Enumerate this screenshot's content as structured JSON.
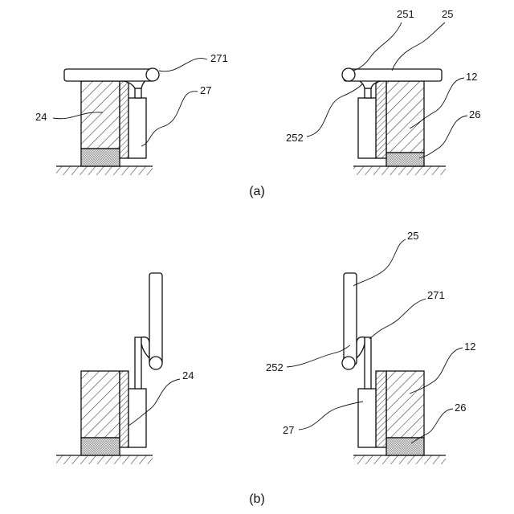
{
  "figure_a": {
    "caption": "(a)",
    "left": {
      "label_271": "271",
      "label_27": "27",
      "label_24": "24"
    },
    "right": {
      "label_251": "251",
      "label_25": "25",
      "label_12": "12",
      "label_252": "252",
      "label_26": "26"
    }
  },
  "figure_b": {
    "caption": "(b)",
    "left": {
      "label_24": "24"
    },
    "right": {
      "label_25": "25",
      "label_271": "271",
      "label_252": "252",
      "label_12": "12",
      "label_27": "27",
      "label_26": "26"
    }
  }
}
